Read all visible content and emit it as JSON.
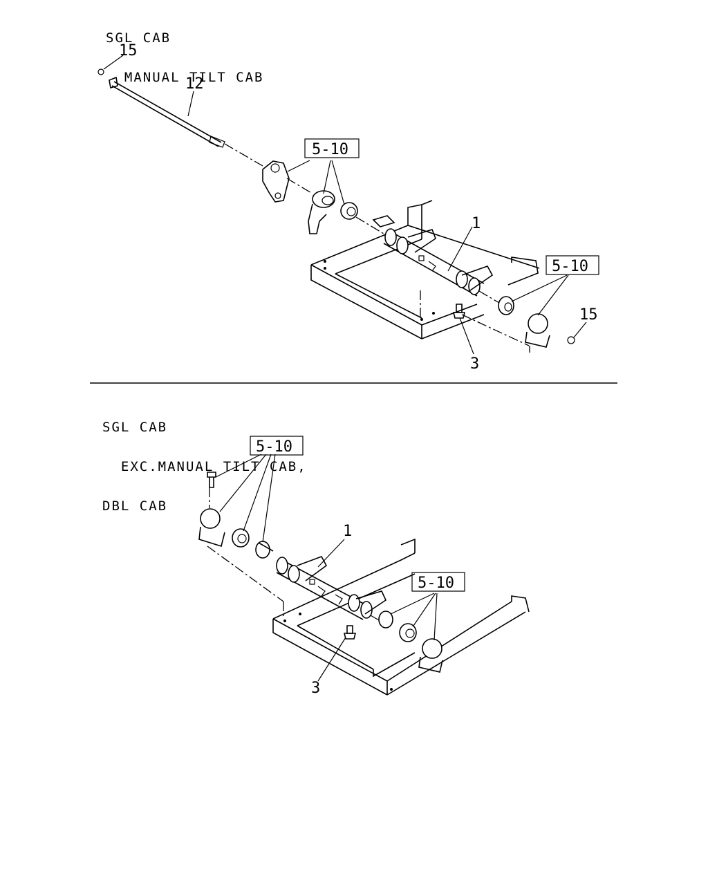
{
  "top_section": {
    "caption_lines": [
      "SGL CAB",
      "  MANUAL TILT CAB"
    ],
    "callouts": {
      "ring_top": "15",
      "tube": "12",
      "group_top": "5-10",
      "beam": "1",
      "group_right": "5-10",
      "ring_right": "15",
      "fitting": "3"
    }
  },
  "bottom_section": {
    "caption_lines": [
      "SGL CAB",
      "  EXC.MANUAL TILT CAB,",
      "DBL CAB"
    ],
    "callouts": {
      "group_left": "5-10",
      "beam": "1",
      "group_right": "5-10",
      "fitting": "3"
    }
  }
}
